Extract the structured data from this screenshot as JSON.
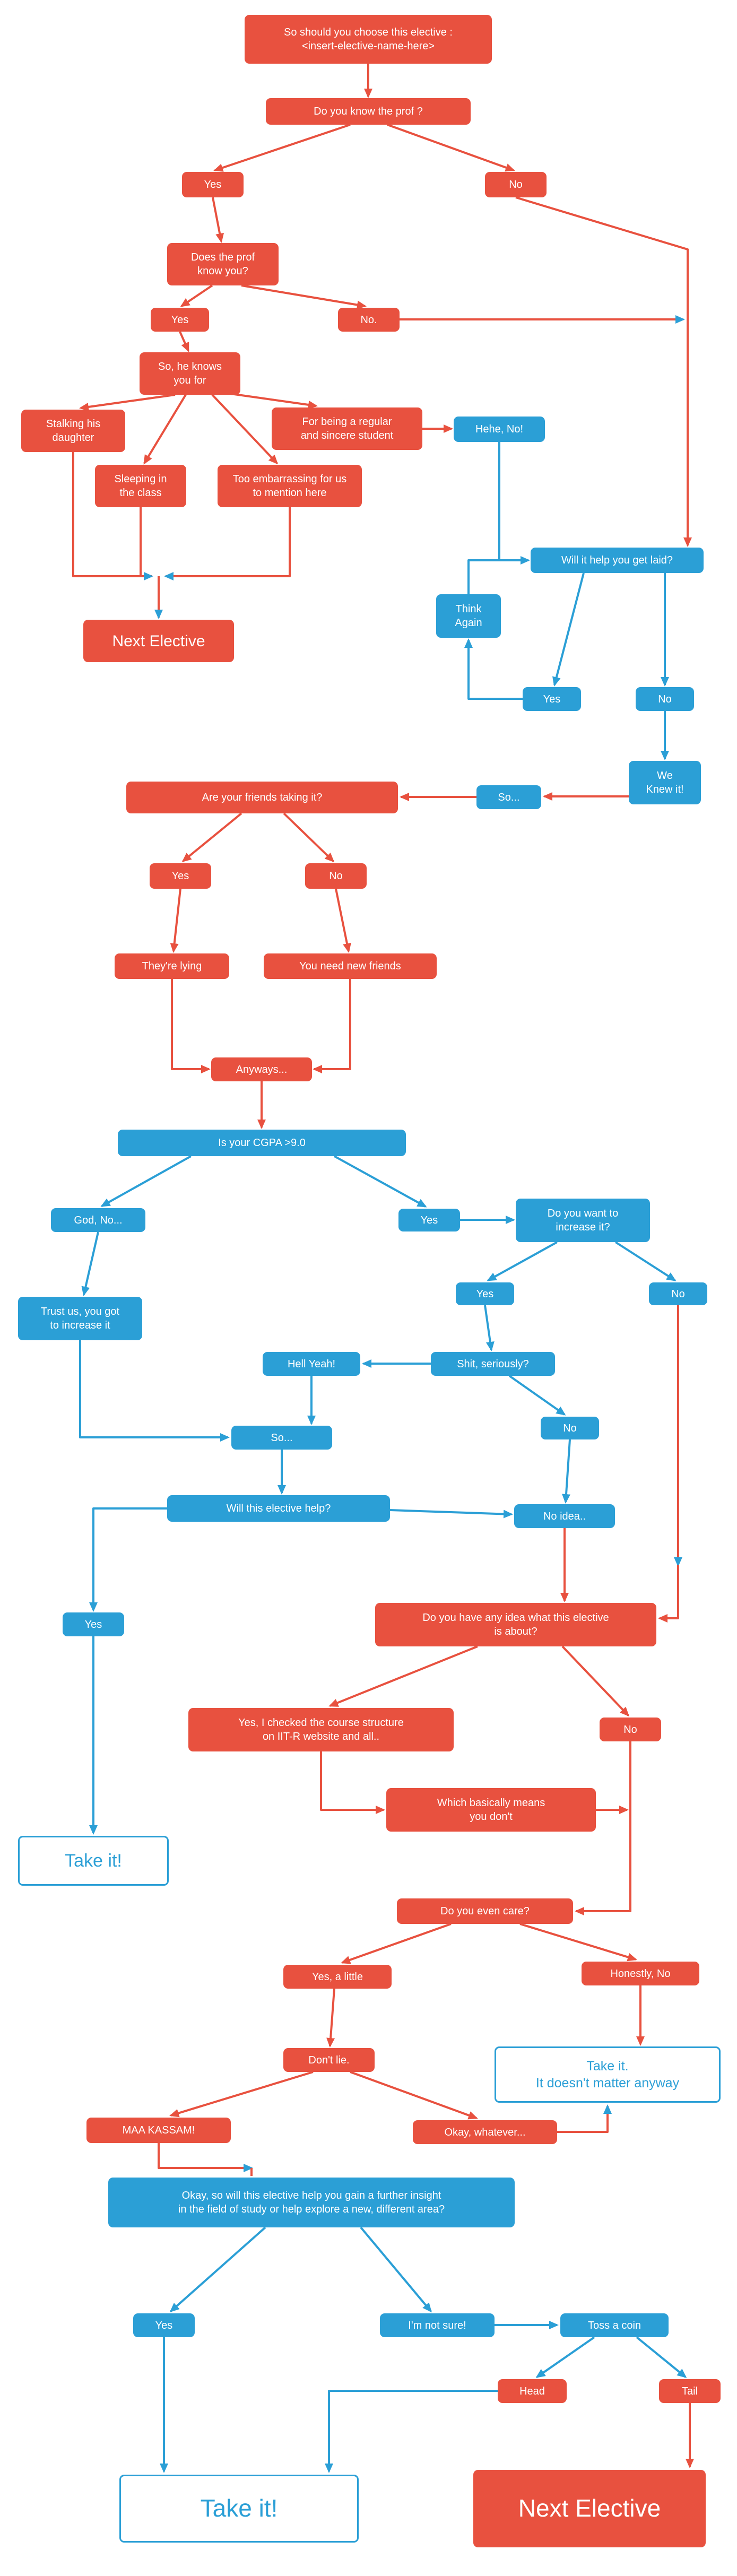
{
  "colors": {
    "red": "#e8513f",
    "blue": "#2b9fd6",
    "background": "#ffffff"
  },
  "nodes": {
    "title": {
      "text": "So should you choose this elective :\n<insert-elective-name-here>"
    },
    "know_prof": {
      "text": "Do you know the prof ?"
    },
    "yes1": {
      "text": "Yes"
    },
    "no1": {
      "text": "No"
    },
    "prof_know_you": {
      "text": "Does the prof\nknow you?"
    },
    "yes2": {
      "text": "Yes"
    },
    "no2": {
      "text": "No."
    },
    "knows_you_for": {
      "text": "So, he knows\nyou for"
    },
    "stalking": {
      "text": "Stalking his\ndaughter"
    },
    "regular": {
      "text": "For being a regular\nand sincere student"
    },
    "sleeping": {
      "text": "Sleeping in\nthe class"
    },
    "embarrassing": {
      "text": "Too embarrassing for us\nto mention here"
    },
    "next_elective_1": {
      "text": "Next Elective"
    },
    "hehe_no": {
      "text": "Hehe, No!"
    },
    "get_laid": {
      "text": "Will it help you get laid?"
    },
    "think_again": {
      "text": "Think\nAgain"
    },
    "yes3": {
      "text": "Yes"
    },
    "no3": {
      "text": "No"
    },
    "we_knew_it": {
      "text": "We\nKnew it!"
    },
    "so1": {
      "text": "So..."
    },
    "friends_taking": {
      "text": "Are your friends taking it?"
    },
    "yes4": {
      "text": "Yes"
    },
    "no4": {
      "text": "No"
    },
    "theyre_lying": {
      "text": "They're lying"
    },
    "new_friends": {
      "text": "You need new friends"
    },
    "anyways": {
      "text": "Anyways..."
    },
    "cgpa": {
      "text": "Is your CGPA >9.0"
    },
    "god_no": {
      "text": "God, No..."
    },
    "yes5": {
      "text": "Yes"
    },
    "increase_it": {
      "text": "Do you want to\nincrease it?"
    },
    "trust_us": {
      "text": "Trust us, you got\nto increase it"
    },
    "yes6": {
      "text": "Yes"
    },
    "no5": {
      "text": "No"
    },
    "shit_seriously": {
      "text": "Shit, seriously?"
    },
    "hell_yeah": {
      "text": "Hell Yeah!"
    },
    "no6": {
      "text": "No"
    },
    "so2": {
      "text": "So..."
    },
    "elective_help": {
      "text": "Will this elective help?"
    },
    "no_idea": {
      "text": "No idea.."
    },
    "yes7": {
      "text": "Yes"
    },
    "any_idea": {
      "text": "Do you have any idea what this elective\nis about?"
    },
    "checked": {
      "text": "Yes, I checked the course structure\non IIT-R website and all.."
    },
    "no7": {
      "text": "No"
    },
    "basically": {
      "text": "Which basically means\nyou don't"
    },
    "take_it_1": {
      "text": "Take it!"
    },
    "even_care": {
      "text": "Do you even care?"
    },
    "yes_little": {
      "text": "Yes, a little"
    },
    "honestly_no": {
      "text": "Honestly, No"
    },
    "dont_lie": {
      "text": "Don't lie."
    },
    "take_it_2": {
      "text": "Take it.\nIt doesn't matter anyway"
    },
    "maa_kassam": {
      "text": "MAA KASSAM!"
    },
    "okay_whatever": {
      "text": "Okay, whatever..."
    },
    "insight": {
      "text": "Okay, so will this elective help you gain a further insight\nin the field of study or help explore a new, different area?"
    },
    "yes8": {
      "text": "Yes"
    },
    "not_sure": {
      "text": "I'm not sure!"
    },
    "toss_coin": {
      "text": "Toss a coin"
    },
    "head": {
      "text": "Head"
    },
    "tail": {
      "text": "Tail"
    },
    "take_it_final": {
      "text": "Take it!"
    },
    "next_elective_final": {
      "text": "Next Elective"
    }
  }
}
